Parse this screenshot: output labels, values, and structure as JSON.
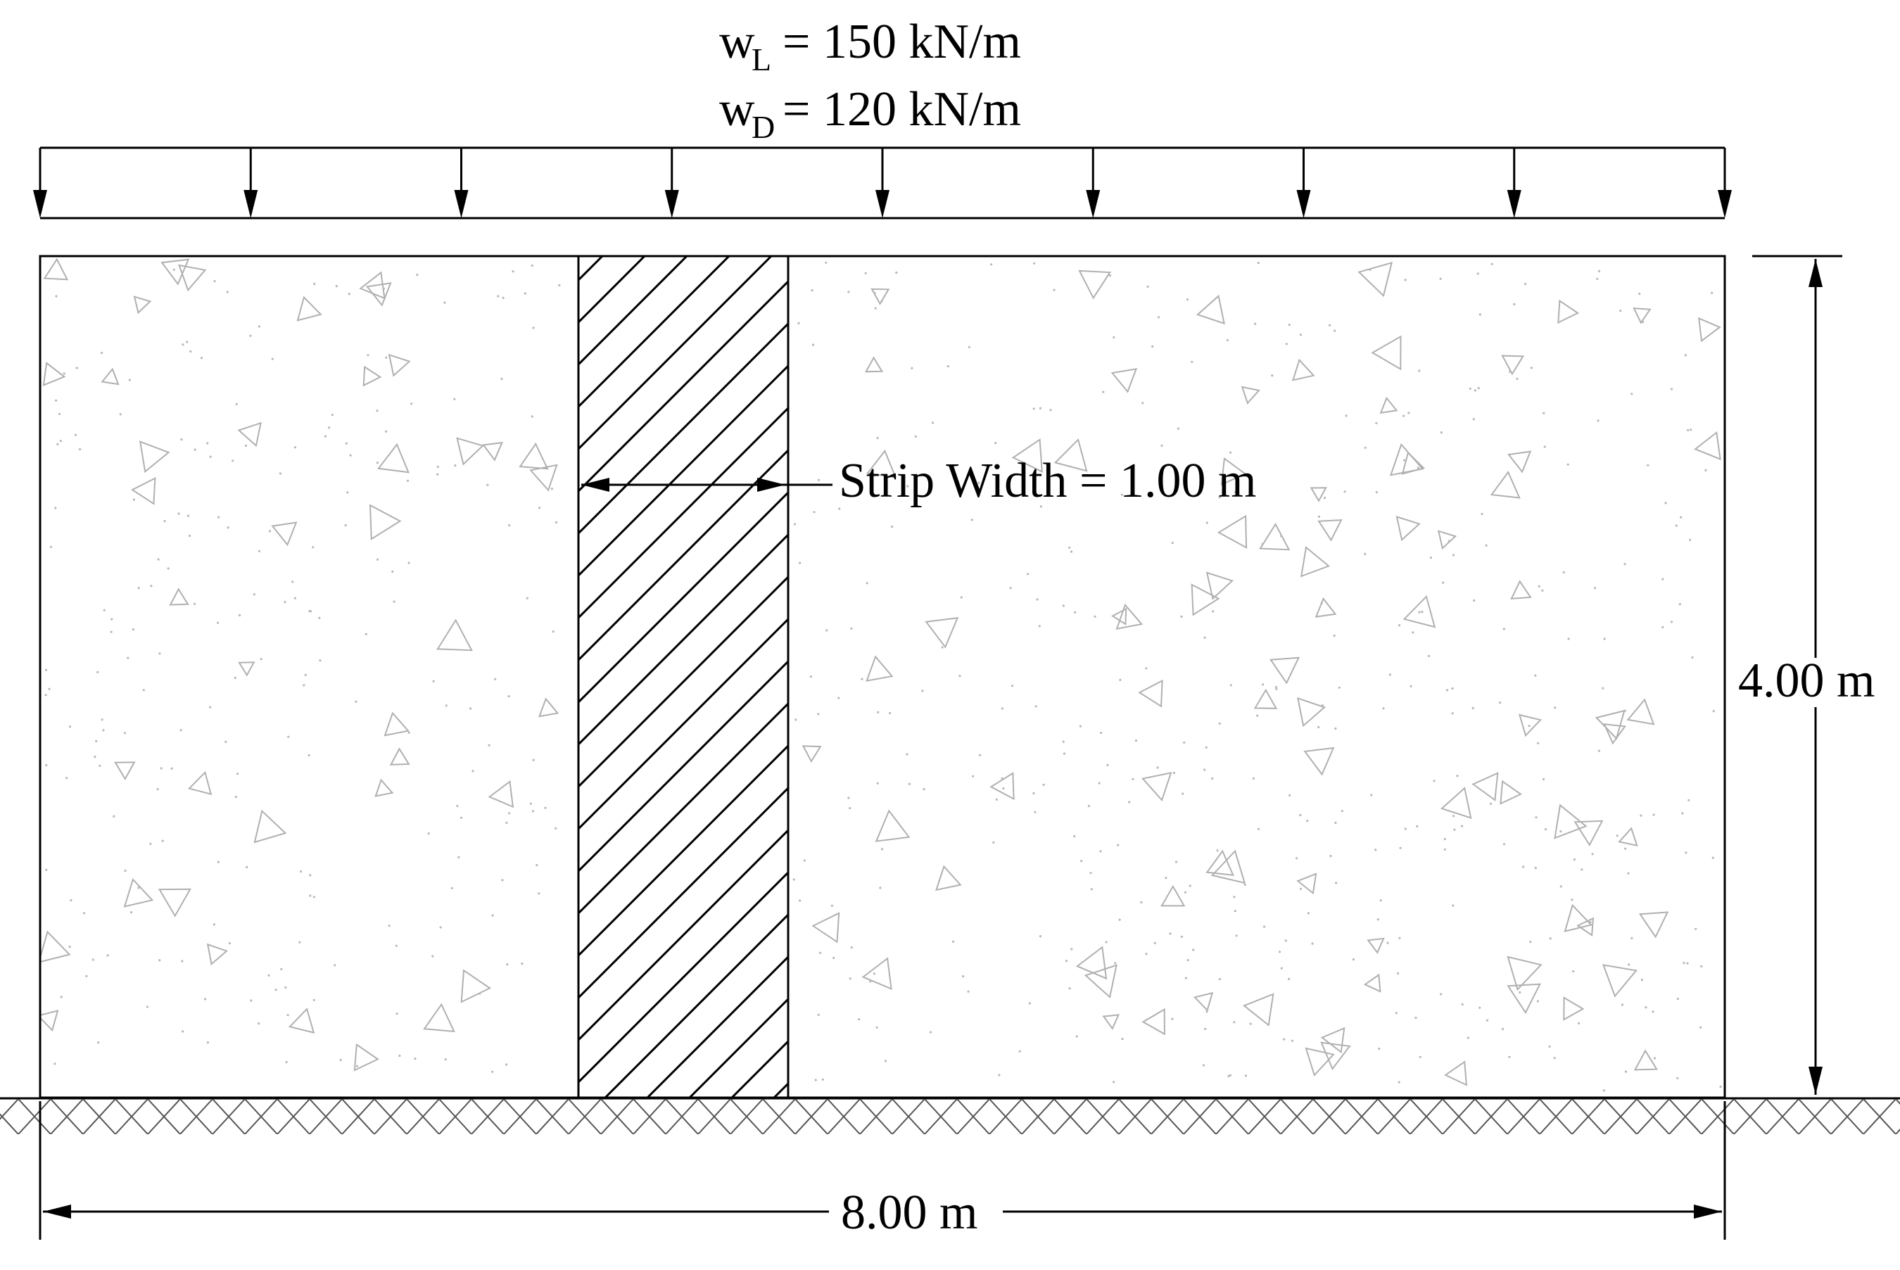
{
  "loads": {
    "live": {
      "symbol": "w",
      "subscript": "L",
      "value": "= 150 kN/m"
    },
    "dead": {
      "symbol": "w",
      "subscript": "D",
      "value": "= 120 kN/m"
    }
  },
  "strip": {
    "label": "Strip Width = 1.00 m"
  },
  "dimensions": {
    "height": "4.00 m",
    "width": "8.00 m"
  },
  "colors": {
    "line": "#000000",
    "aggregate": "#b0b0b0",
    "background": "#ffffff"
  }
}
